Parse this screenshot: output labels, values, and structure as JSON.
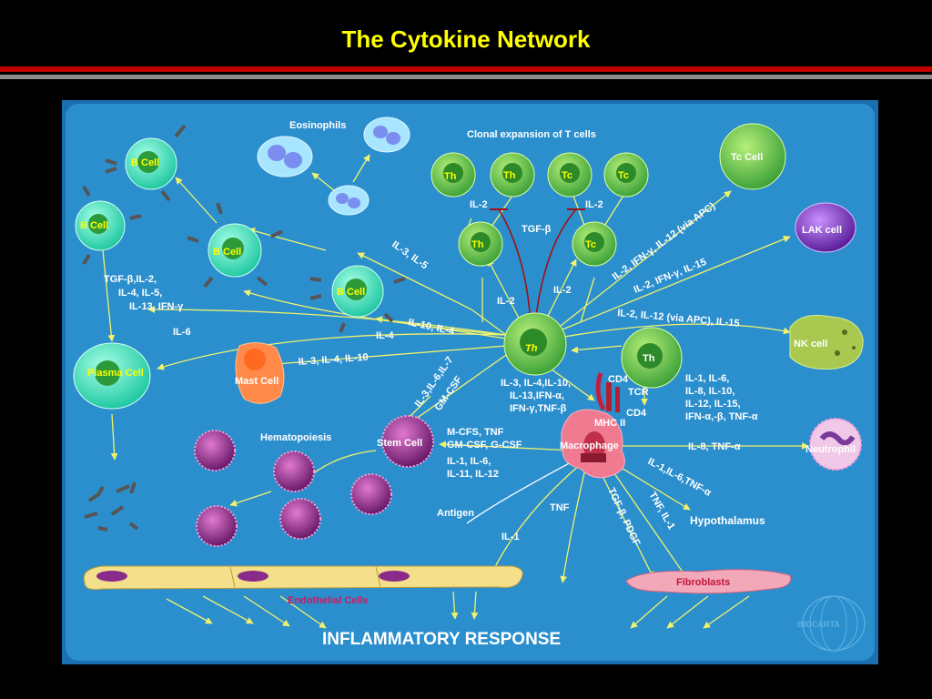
{
  "slide": {
    "title": "The Cytokine Network"
  },
  "colors": {
    "panel": "#2b8fce",
    "cytokine_text": "#ffffff",
    "cell_label": "#ffff00",
    "endothelial_label": "#d4145a",
    "title": "#ffff00"
  },
  "cells": {
    "eosinophils": "Eosinophils",
    "clonal_expansion": "Clonal expansion of T cells",
    "th": "Th",
    "tc": "Tc",
    "tc_cell": "Tc Cell",
    "lak_cell": "LAK cell",
    "nk_cell": "NK cell",
    "b_cell": "B Cell",
    "plasma_cell": "Plasma Cell",
    "mast_cell": "Mast Cell",
    "stem_cell": "Stem Cell",
    "hematopoiesis": "Hematopoiesis",
    "macrophage": "Macrophage",
    "cd4": "CD4",
    "tcr": "TCR",
    "mhc_ii": "MHC II",
    "neutrophil": "Neutrophil",
    "antigen": "Antigen",
    "hypothalamus": "Hypothalamus",
    "fibroblasts": "Fibroblasts",
    "endothelial": "Endothelial Cells",
    "inflammatory": "INFLAMMATORY RESPONSE",
    "biocarta": "BIOCARTA"
  },
  "cytokines": {
    "il2_left": "IL-2",
    "il2_right": "IL-2",
    "tgf_beta": "TGF-β",
    "il2_th": "IL-2",
    "il2_tc": "IL-2",
    "il3_il5": "IL-3, IL-5",
    "il2_ifn_il12": "IL-2, IFN-γ, IL-12 (via APC)",
    "il2_ifn_il15": "IL-2, IFN-γ, IL-15",
    "il2_il12_il15": "IL-2, IL-12 (via APC), IL-15",
    "b_tgf_1": "TGF-β,IL-2,",
    "b_tgf_2": "IL-4, IL-5,",
    "b_tgf_3": "IL-13, IFN-γ",
    "il6": "IL-6",
    "il4": "IL-4",
    "il10_il4": "IL-10, IL-4",
    "il3_il4_il10": "IL-3, IL-4, IL-10",
    "il3_il6_il7_1": "IL-3,IL-6,IL-7",
    "il3_il6_il7_2": "GM-CSF",
    "th_out_1": "IL-3, IL-4,IL-10,",
    "th_out_2": "IL-13,IFN-α,",
    "th_out_3": "IFN-γ,TNF-β",
    "th2_out_1": "IL-1, IL-6,",
    "th2_out_2": "IL-8, IL-10,",
    "th2_out_3": "IL-12, IL-15,",
    "th2_out_4": "IFN-α,-β, TNF-α",
    "mcfs_1": "M-CFS, TNF",
    "mcfs_2": "GM-CSF, G-CSF",
    "il1_1": "IL-1, IL-6,",
    "il1_2": "IL-11, IL-12",
    "il8_tnf": "IL-8, TNF-α",
    "il1_il6_tnf": "IL-1,IL-6,TNF-α",
    "tnf_il1": "TNF, IL-1",
    "tgf_pdgf": "TGF-β, PDGF",
    "tnf": "TNF",
    "il1": "IL-1"
  }
}
